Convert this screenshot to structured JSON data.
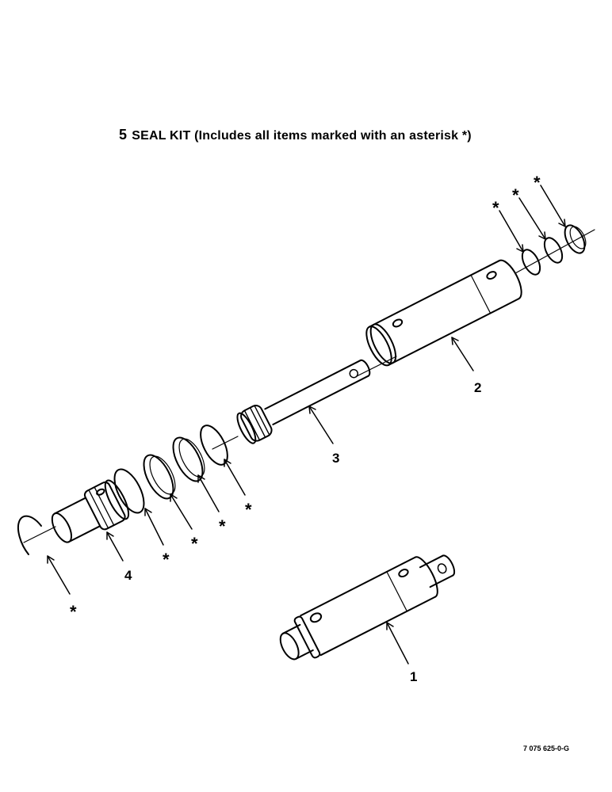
{
  "title": {
    "number": "5",
    "text": "SEAL KIT (Includes all items marked with an asterisk *)"
  },
  "part_labels": {
    "p1": "1",
    "p2": "2",
    "p3": "3",
    "p4": "4"
  },
  "asterisk": "*",
  "drawing_code": "7 075 625-0-G",
  "colors": {
    "ink": "#000000",
    "paper": "#ffffff"
  }
}
